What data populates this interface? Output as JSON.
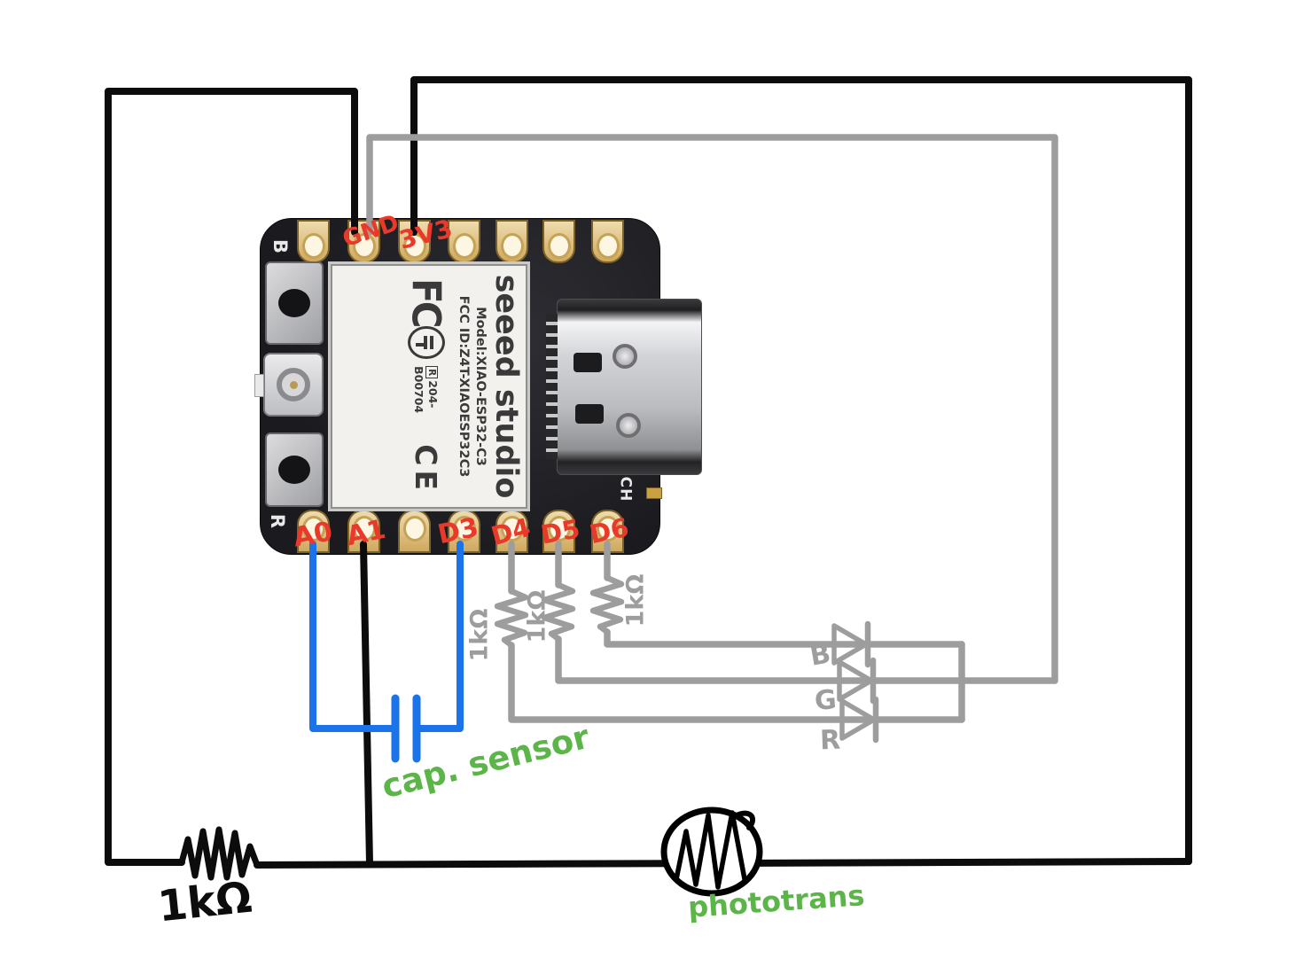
{
  "board": {
    "brand": "seeed studio",
    "model_line": "Model:XIAO-ESP32-C3",
    "fcc_id_line": "FCC ID:Z4T-XIAOESP32C3",
    "fcc_logo": "FC",
    "cert_prefix": "R",
    "cert_number": "204-B00704",
    "ce_mark": "CE",
    "silk_top_button": "B",
    "silk_bottom_button": "R",
    "silk_ch": "CH"
  },
  "pins": {
    "top_labels": [
      "",
      "GND",
      "3V3",
      "",
      "",
      "",
      ""
    ],
    "bottom_labels": [
      "A0",
      "A1",
      "",
      "D3",
      "D4",
      "D5",
      "D6"
    ]
  },
  "components": {
    "pulldown_resistor_label": "1kΩ",
    "resistor_d4_label": "1kΩ",
    "resistor_d5_label": "1kΩ",
    "resistor_d6_label": "1kΩ",
    "led_labels": [
      "B",
      "G",
      "R"
    ],
    "capacitor_label": "cap. sensor",
    "phototransistor_label": "phototrans"
  },
  "colors": {
    "wire_black": "#0c0c0c",
    "wire_gray": "#9d9d9d",
    "wire_blue": "#1a73e8",
    "label_red": "#e8392b",
    "label_green": "#5cb548",
    "pcb_black": "#1b1b1f",
    "pin_gold": "#d9b96a"
  }
}
